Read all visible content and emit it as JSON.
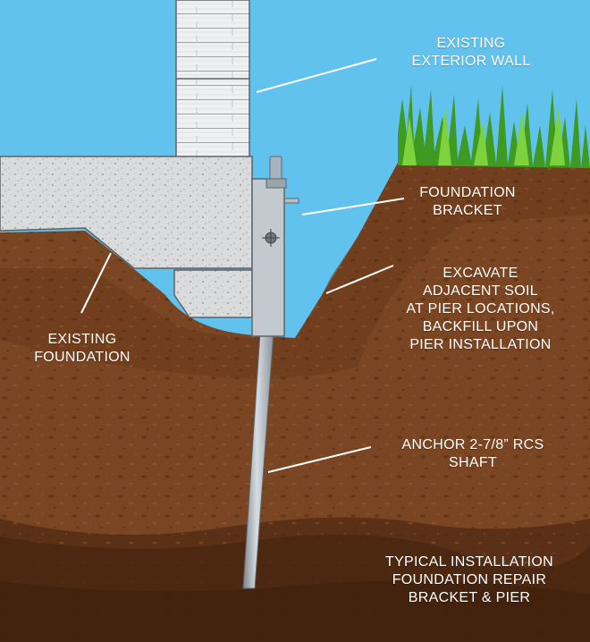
{
  "labels": {
    "wall": "EXISTING\nEXTERIOR WALL",
    "bracket": "FOUNDATION\nBRACKET",
    "foundation": "EXISTING\nFOUNDATION",
    "excavate": "EXCAVATE\nADJACENT SOIL\nAT PIER LOCATIONS,\nBACKFILL UPON\nPIER INSTALLATION",
    "anchor": "ANCHOR 2-7/8” RCS\nSHAFT",
    "typical": "TYPICAL INSTALLATION\nFOUNDATION REPAIR\nBRACKET & PIER"
  },
  "colors": {
    "sky": "#62c2ee",
    "soil_top": "#6b3a1a",
    "soil_mid": "#7a4522",
    "soil_deep": "#5c3118",
    "concrete": "#d9dbdc",
    "grass": "#4caf2c",
    "steel": "#a9b3bb",
    "leader": "#ffffff"
  }
}
